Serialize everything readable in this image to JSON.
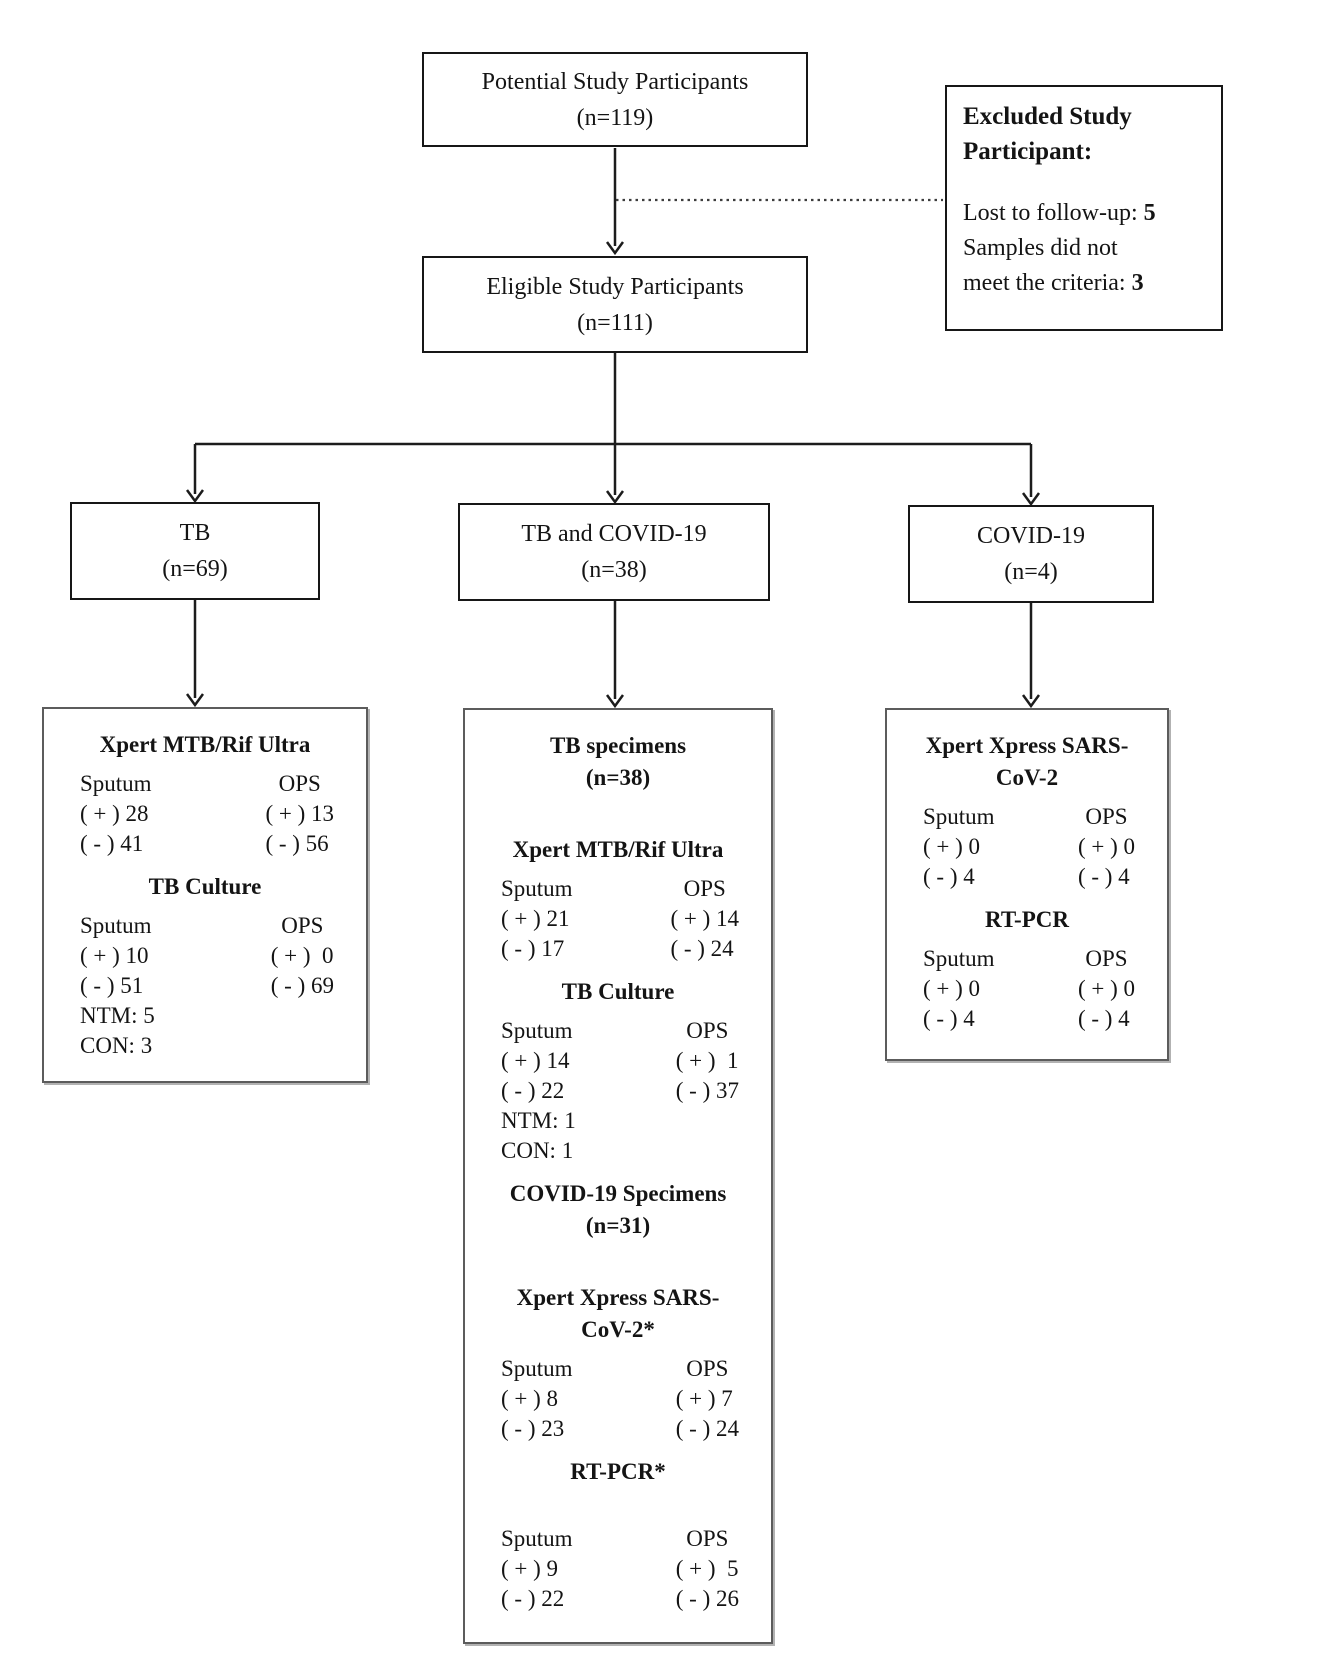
{
  "nodes": {
    "potential": {
      "line1": "Potential Study Participants",
      "line2": "(n=119)"
    },
    "eligible": {
      "line1": "Eligible Study Participants",
      "line2": "(n=111)"
    },
    "excluded": {
      "heading": "Excluded Study Participant:",
      "line1_label": "Lost to follow-up: ",
      "line1_value": "5",
      "line2": "Samples did not",
      "line3_label": "meet the criteria: ",
      "line3_value": "3"
    },
    "branches": [
      {
        "line1": "TB",
        "line2": "(n=69)"
      },
      {
        "line1": "TB and COVID-19",
        "line2": "(n=38)"
      },
      {
        "line1": "COVID-19",
        "line2": "(n=4)"
      }
    ]
  },
  "detail_boxes": [
    {
      "id": "tb-results",
      "sections": [
        {
          "type": "heading",
          "lines": [
            "Xpert MTB/Rif Ultra"
          ]
        },
        {
          "type": "stats",
          "columns": [
            {
              "header": "Sputum",
              "rows": [
                "( + ) 28",
                "( - ) 41"
              ]
            },
            {
              "header": "OPS",
              "rows": [
                "( + ) 13",
                "( - ) 56"
              ]
            }
          ]
        },
        {
          "type": "heading",
          "lines": [
            "TB Culture"
          ]
        },
        {
          "type": "stats",
          "columns": [
            {
              "header": "Sputum",
              "rows": [
                "( + ) 10",
                "( - ) 51"
              ]
            },
            {
              "header": "OPS",
              "rows": [
                "( + )  0",
                "( - ) 69"
              ]
            }
          ],
          "extras": [
            "NTM: 5",
            "CON: 3"
          ]
        }
      ]
    },
    {
      "id": "tb-and-covid-results",
      "sections": [
        {
          "type": "heading",
          "lines": [
            "TB specimens",
            "(n=38)"
          ]
        },
        {
          "type": "spacer"
        },
        {
          "type": "heading",
          "lines": [
            "Xpert MTB/Rif Ultra"
          ]
        },
        {
          "type": "stats",
          "columns": [
            {
              "header": "Sputum",
              "rows": [
                "( + ) 21",
                "( - ) 17"
              ]
            },
            {
              "header": "OPS",
              "rows": [
                "( + ) 14",
                "( - ) 24"
              ]
            }
          ]
        },
        {
          "type": "heading",
          "lines": [
            "TB Culture"
          ]
        },
        {
          "type": "stats",
          "columns": [
            {
              "header": "Sputum",
              "rows": [
                "( + ) 14",
                "( - ) 22"
              ]
            },
            {
              "header": "OPS",
              "rows": [
                "( + )  1",
                "( - ) 37"
              ]
            }
          ],
          "extras": [
            "NTM: 1",
            "CON: 1"
          ]
        },
        {
          "type": "heading",
          "lines": [
            "COVID-19 Specimens",
            "(n=31)"
          ]
        },
        {
          "type": "spacer"
        },
        {
          "type": "heading",
          "lines": [
            "Xpert Xpress SARS-",
            "CoV-2*"
          ]
        },
        {
          "type": "stats",
          "columns": [
            {
              "header": "Sputum",
              "rows": [
                "( + ) 8",
                "( - ) 23"
              ]
            },
            {
              "header": "OPS",
              "rows": [
                "( + ) 7",
                "( - ) 24"
              ]
            }
          ]
        },
        {
          "type": "heading",
          "lines": [
            "RT-PCR*"
          ]
        },
        {
          "type": "spacer"
        },
        {
          "type": "stats",
          "columns": [
            {
              "header": "Sputum",
              "rows": [
                "( + ) 9",
                "( - ) 22"
              ]
            },
            {
              "header": "OPS",
              "rows": [
                "( + )  5",
                "( - ) 26"
              ]
            }
          ]
        }
      ]
    },
    {
      "id": "covid-results",
      "sections": [
        {
          "type": "heading",
          "lines": [
            "Xpert Xpress SARS-",
            "CoV-2"
          ]
        },
        {
          "type": "stats",
          "columns": [
            {
              "header": "Sputum",
              "rows": [
                "( + ) 0",
                "( - ) 4"
              ]
            },
            {
              "header": "OPS",
              "rows": [
                "( + ) 0",
                "( - ) 4"
              ]
            }
          ]
        },
        {
          "type": "heading",
          "lines": [
            "RT-PCR"
          ]
        },
        {
          "type": "stats",
          "columns": [
            {
              "header": "Sputum",
              "rows": [
                "( + ) 0",
                "( - ) 4"
              ]
            },
            {
              "header": "OPS",
              "rows": [
                "( + ) 0",
                "( - ) 4"
              ]
            }
          ]
        }
      ]
    }
  ]
}
